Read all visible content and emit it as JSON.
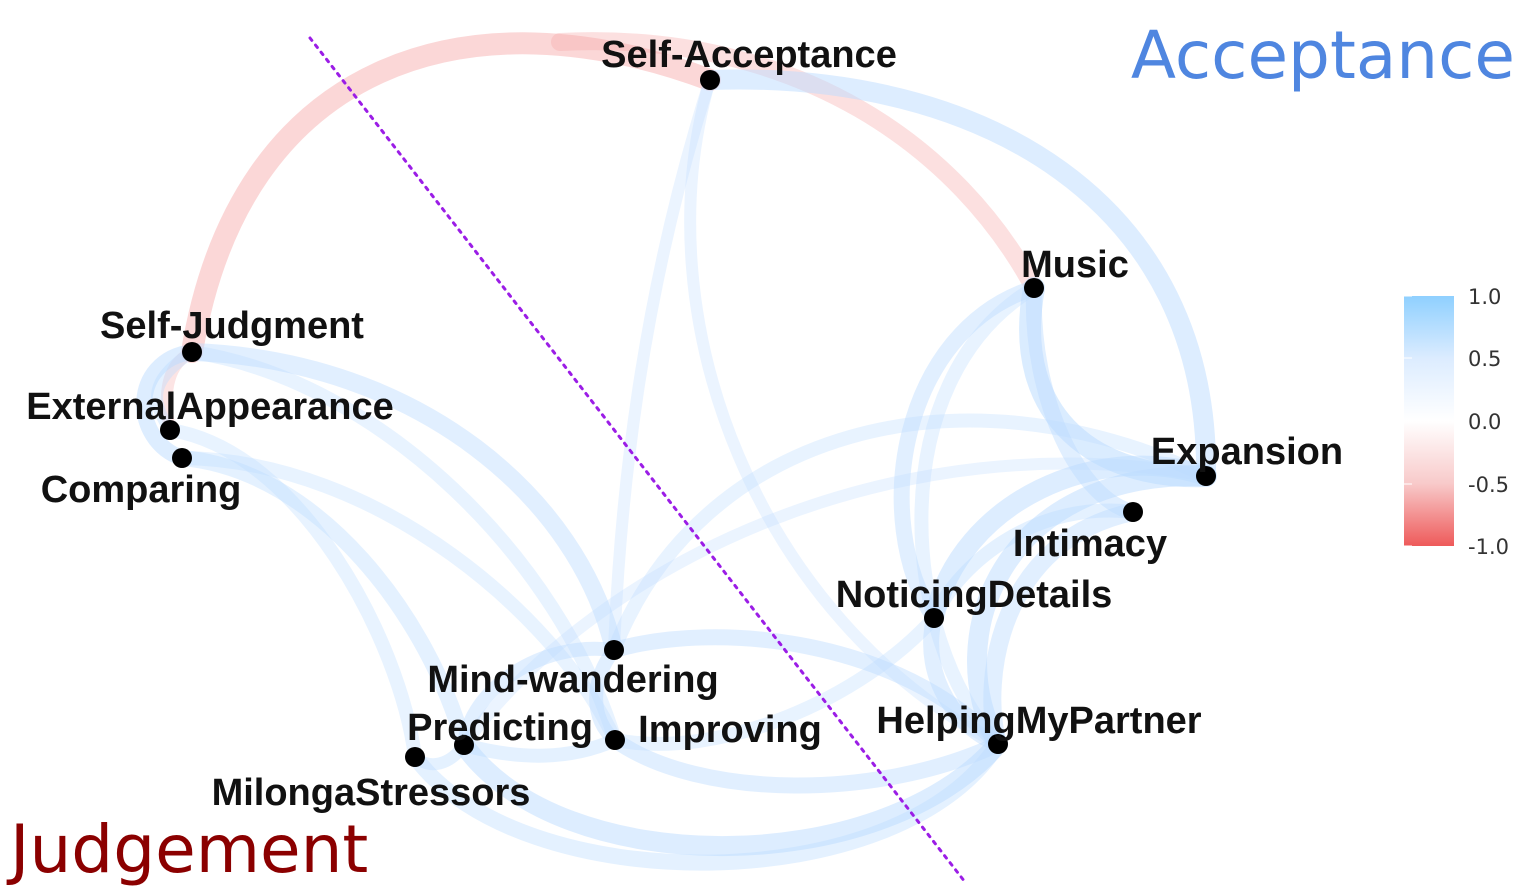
{
  "labels": {
    "acceptance": "Acceptance",
    "judgement": "Judgement"
  },
  "colors": {
    "acceptance": "#4f86e0",
    "judgement": "#8b0000",
    "divider": "#9b1de6",
    "positive_edge": "#bcdcff",
    "negative_edge": "#f6a6a6",
    "node": "#000000"
  },
  "nodes": [
    {
      "id": "self_acceptance",
      "label": "Self-Acceptance"
    },
    {
      "id": "music",
      "label": "Music"
    },
    {
      "id": "self_judgment",
      "label": "Self-Judgment"
    },
    {
      "id": "external_appearance",
      "label": "ExternalAppearance"
    },
    {
      "id": "comparing",
      "label": "Comparing"
    },
    {
      "id": "expansion",
      "label": "Expansion"
    },
    {
      "id": "intimacy",
      "label": "Intimacy"
    },
    {
      "id": "noticing_details",
      "label": "NoticingDetails"
    },
    {
      "id": "mind_wandering",
      "label": "Mind-wandering"
    },
    {
      "id": "predicting",
      "label": "Predicting"
    },
    {
      "id": "improving",
      "label": "Improving"
    },
    {
      "id": "helping_my_partner",
      "label": "HelpingMyPartner"
    },
    {
      "id": "milonga_stressors",
      "label": "MilongaStressors"
    }
  ],
  "legend": {
    "ticks": [
      "1.0",
      "0.5",
      "0.0",
      "-0.5",
      "-1.0"
    ],
    "gradient": [
      "#8fd0ff",
      "#dcecff",
      "#ffffff",
      "#f8caca",
      "#ee5a5a"
    ]
  }
}
